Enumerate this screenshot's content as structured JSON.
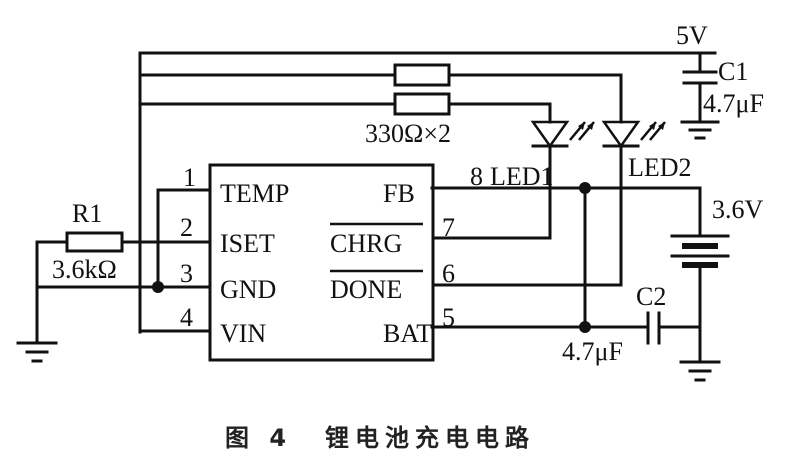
{
  "figure": {
    "caption_number": "图 4",
    "caption_title": "锂电池充电电路"
  },
  "ic": {
    "pins": [
      {
        "number": "1",
        "name": "TEMP"
      },
      {
        "number": "2",
        "name": "ISET"
      },
      {
        "number": "3",
        "name": "GND"
      },
      {
        "number": "4",
        "name": "VIN"
      },
      {
        "number": "8",
        "name": "FB"
      },
      {
        "number": "7",
        "name": "CHRG"
      },
      {
        "number": "6",
        "name": "DONE"
      },
      {
        "number": "5",
        "name": "BAT"
      }
    ]
  },
  "components": {
    "r1": {
      "label": "R1",
      "value": "3.6kΩ"
    },
    "led_resistors": {
      "value": "330Ω×2"
    },
    "led1": {
      "label": "LED1"
    },
    "led2": {
      "label": "LED2"
    },
    "c1": {
      "label": "C1",
      "value": "4.7μF"
    },
    "c2": {
      "label": "C2",
      "value": "4.7μF"
    },
    "supply": {
      "label": "5V"
    },
    "battery": {
      "label": "3.6V"
    }
  }
}
